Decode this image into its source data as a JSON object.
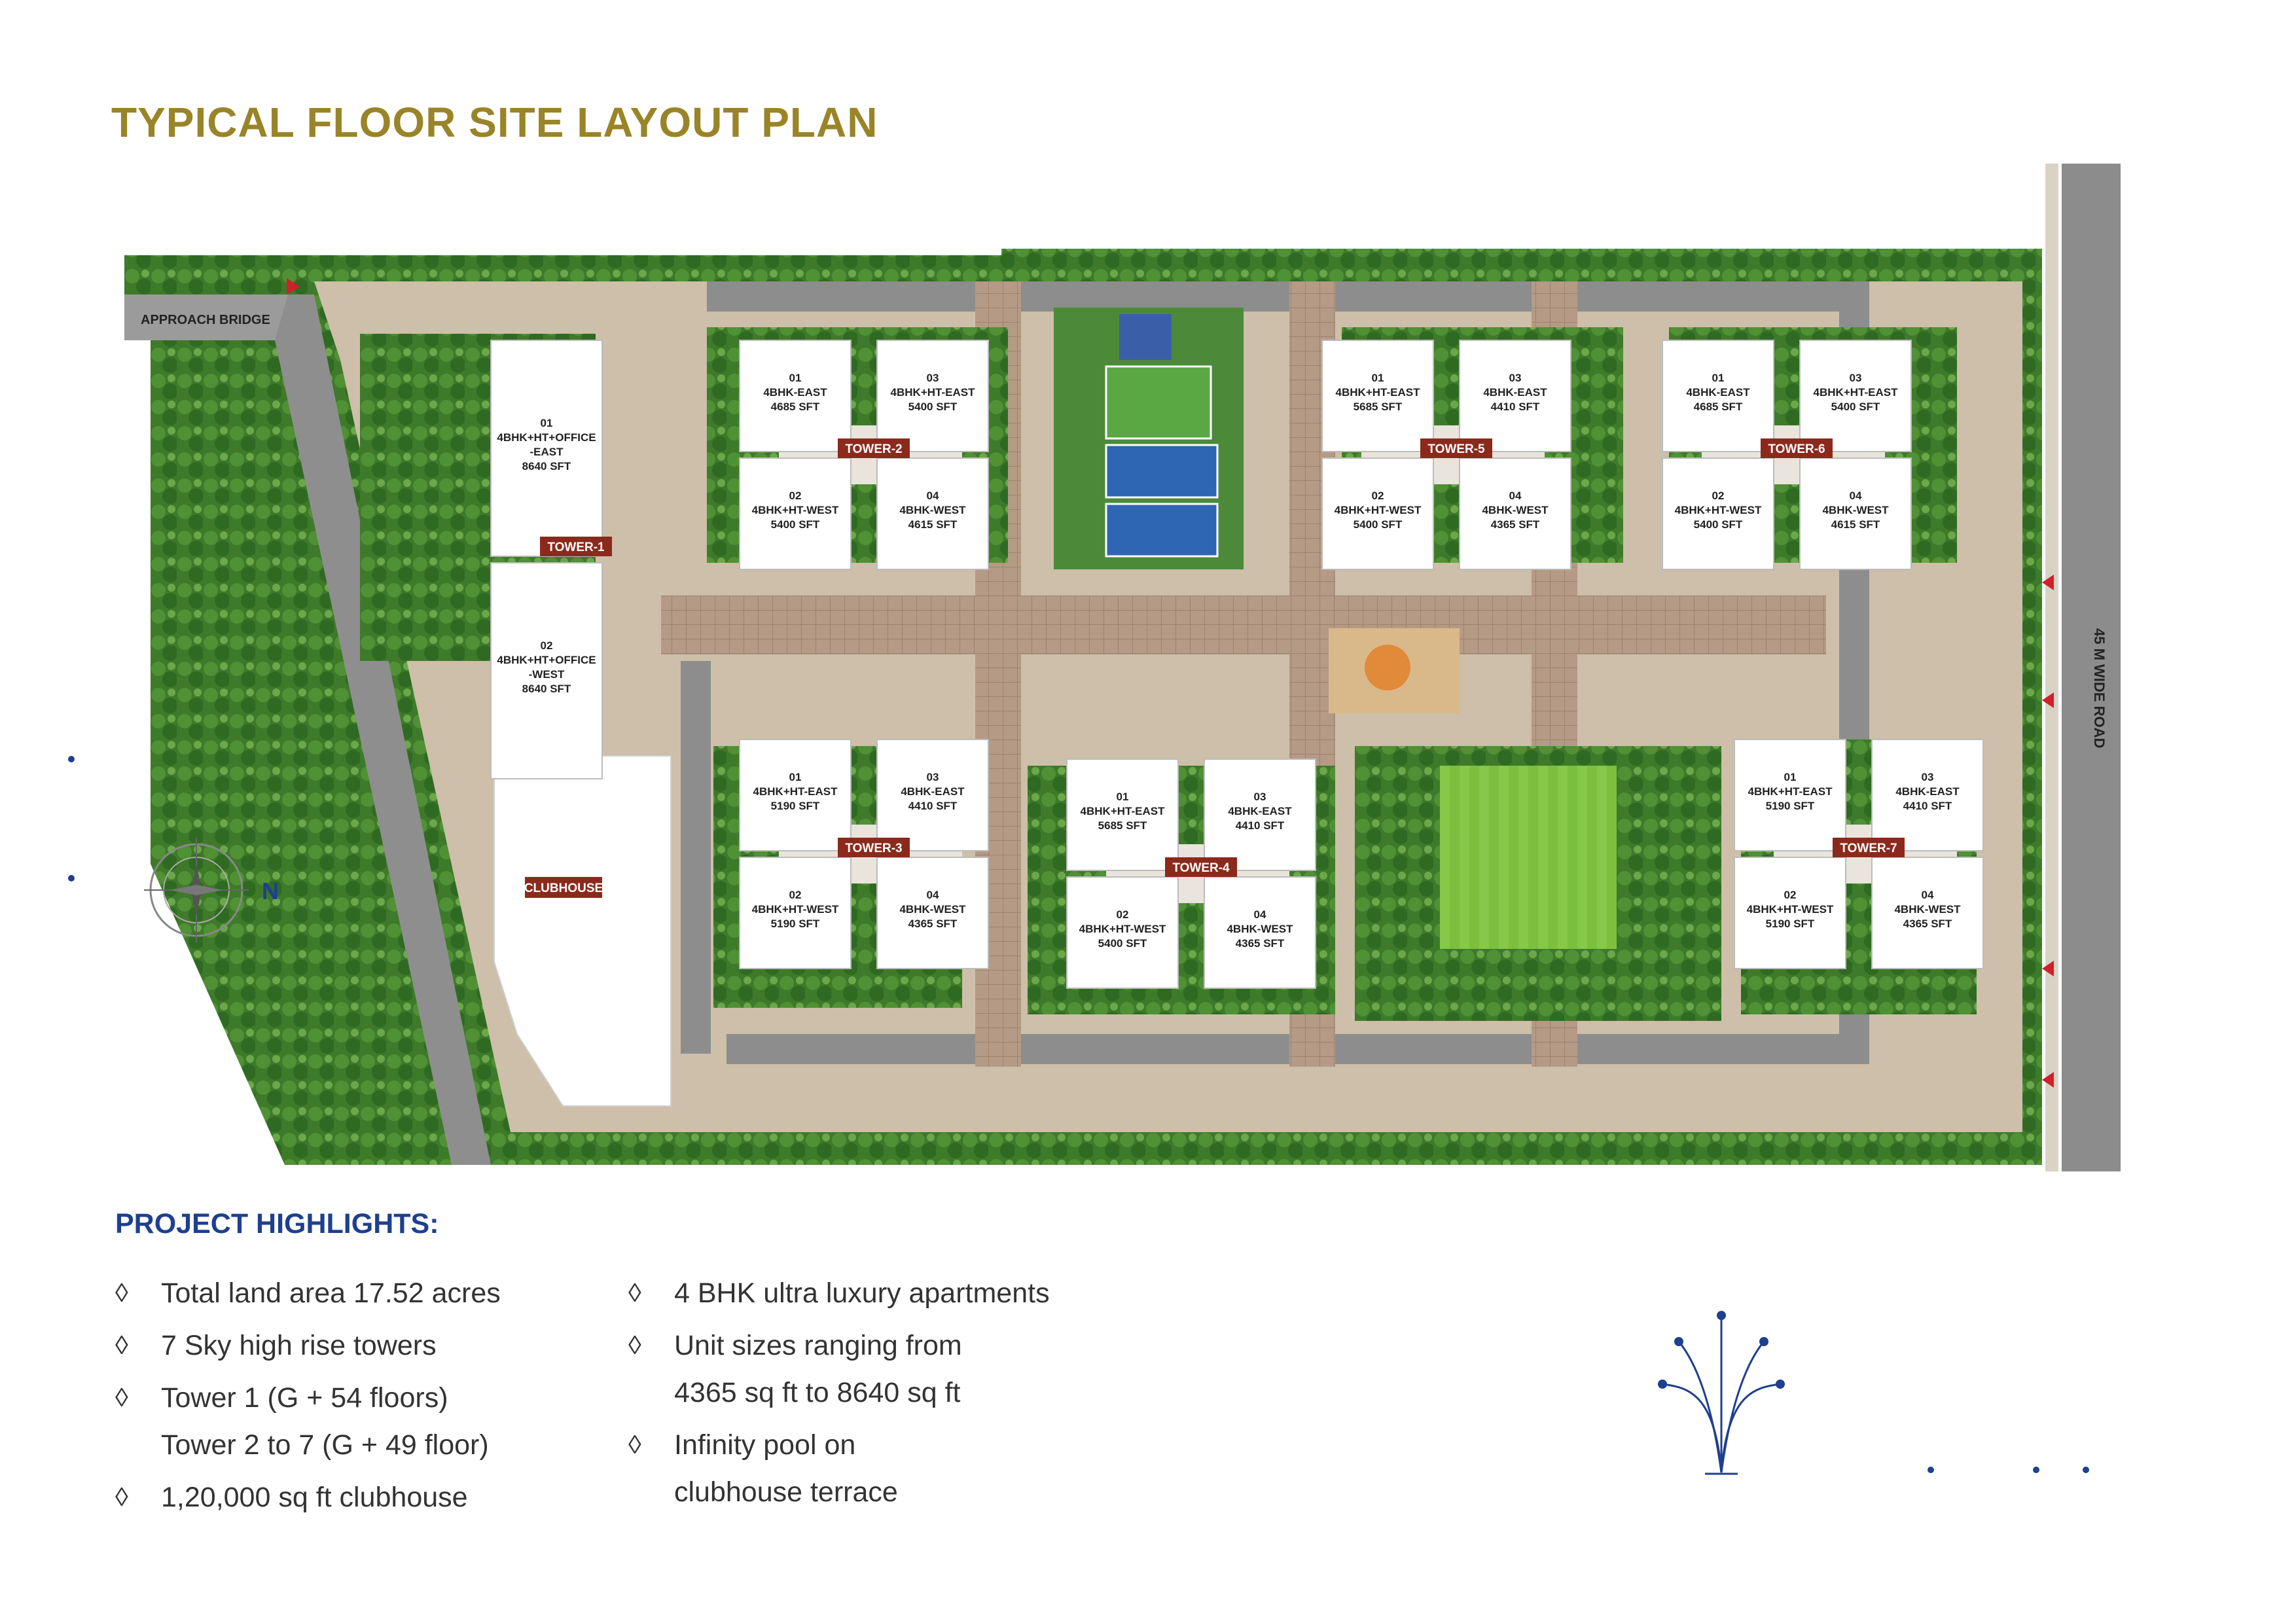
{
  "title": "TYPICAL FLOOR SITE LAYOUT PLAN",
  "colors": {
    "title": "#9a8428",
    "accent_blue": "#1f3f8f",
    "tower_tag": "#8b2a1c"
  },
  "labels": {
    "approach_bridge": "APPROACH BRIDGE",
    "road": "45 M WIDE ROAD",
    "clubhouse": "CLUBHOUSE",
    "north": "N"
  },
  "towers": [
    {
      "name": "TOWER-1",
      "units": [
        {
          "no": "01",
          "type": "4BHK+HT+OFFICE",
          "type2": "-EAST",
          "size": "8640 SFT"
        },
        {
          "no": "02",
          "type": "4BHK+HT+OFFICE",
          "type2": "-WEST",
          "size": "8640 SFT"
        }
      ]
    },
    {
      "name": "TOWER-2",
      "units": [
        {
          "no": "01",
          "type": "4BHK-EAST",
          "size": "4685 SFT"
        },
        {
          "no": "03",
          "type": "4BHK+HT-EAST",
          "size": "5400 SFT"
        },
        {
          "no": "02",
          "type": "4BHK+HT-WEST",
          "size": "5400 SFT"
        },
        {
          "no": "04",
          "type": "4BHK-WEST",
          "size": "4615 SFT"
        }
      ]
    },
    {
      "name": "TOWER-3",
      "units": [
        {
          "no": "01",
          "type": "4BHK+HT-EAST",
          "size": "5190 SFT"
        },
        {
          "no": "03",
          "type": "4BHK-EAST",
          "size": "4410 SFT"
        },
        {
          "no": "02",
          "type": "4BHK+HT-WEST",
          "size": "5190 SFT"
        },
        {
          "no": "04",
          "type": "4BHK-WEST",
          "size": "4365 SFT"
        }
      ]
    },
    {
      "name": "TOWER-4",
      "units": [
        {
          "no": "01",
          "type": "4BHK+HT-EAST",
          "size": "5685 SFT"
        },
        {
          "no": "03",
          "type": "4BHK-EAST",
          "size": "4410 SFT"
        },
        {
          "no": "02",
          "type": "4BHK+HT-WEST",
          "size": "5400 SFT"
        },
        {
          "no": "04",
          "type": "4BHK-WEST",
          "size": "4365 SFT"
        }
      ]
    },
    {
      "name": "TOWER-5",
      "units": [
        {
          "no": "01",
          "type": "4BHK+HT-EAST",
          "size": "5685 SFT"
        },
        {
          "no": "03",
          "type": "4BHK-EAST",
          "size": "4410 SFT"
        },
        {
          "no": "02",
          "type": "4BHK+HT-WEST",
          "size": "5400 SFT"
        },
        {
          "no": "04",
          "type": "4BHK-WEST",
          "size": "4365 SFT"
        }
      ]
    },
    {
      "name": "TOWER-6",
      "units": [
        {
          "no": "01",
          "type": "4BHK-EAST",
          "size": "4685 SFT"
        },
        {
          "no": "03",
          "type": "4BHK+HT-EAST",
          "size": "5400 SFT"
        },
        {
          "no": "02",
          "type": "4BHK+HT-WEST",
          "size": "5400 SFT"
        },
        {
          "no": "04",
          "type": "4BHK-WEST",
          "size": "4615 SFT"
        }
      ]
    },
    {
      "name": "TOWER-7",
      "units": [
        {
          "no": "01",
          "type": "4BHK+HT-EAST",
          "size": "5190 SFT"
        },
        {
          "no": "03",
          "type": "4BHK-EAST",
          "size": "4410 SFT"
        },
        {
          "no": "02",
          "type": "4BHK+HT-WEST",
          "size": "5190 SFT"
        },
        {
          "no": "04",
          "type": "4BHK-WEST",
          "size": "4365 SFT"
        }
      ]
    }
  ],
  "highlights": {
    "title": "PROJECT HIGHLIGHTS:",
    "bullet": "◊",
    "left": [
      {
        "lines": [
          "Total land area 17.52 acres"
        ]
      },
      {
        "lines": [
          "7 Sky high rise towers"
        ]
      },
      {
        "lines": [
          "Tower 1 (G + 54 floors)",
          "Tower 2 to 7 (G + 49 floor)"
        ]
      },
      {
        "lines": [
          "1,20,000 sq ft clubhouse"
        ]
      }
    ],
    "right": [
      {
        "lines": [
          "4 BHK ultra luxury apartments"
        ]
      },
      {
        "lines": [
          "Unit sizes ranging from",
          "4365 sq ft to 8640 sq ft"
        ]
      },
      {
        "lines": [
          "Infinity pool on",
          "clubhouse terrace"
        ]
      }
    ]
  }
}
